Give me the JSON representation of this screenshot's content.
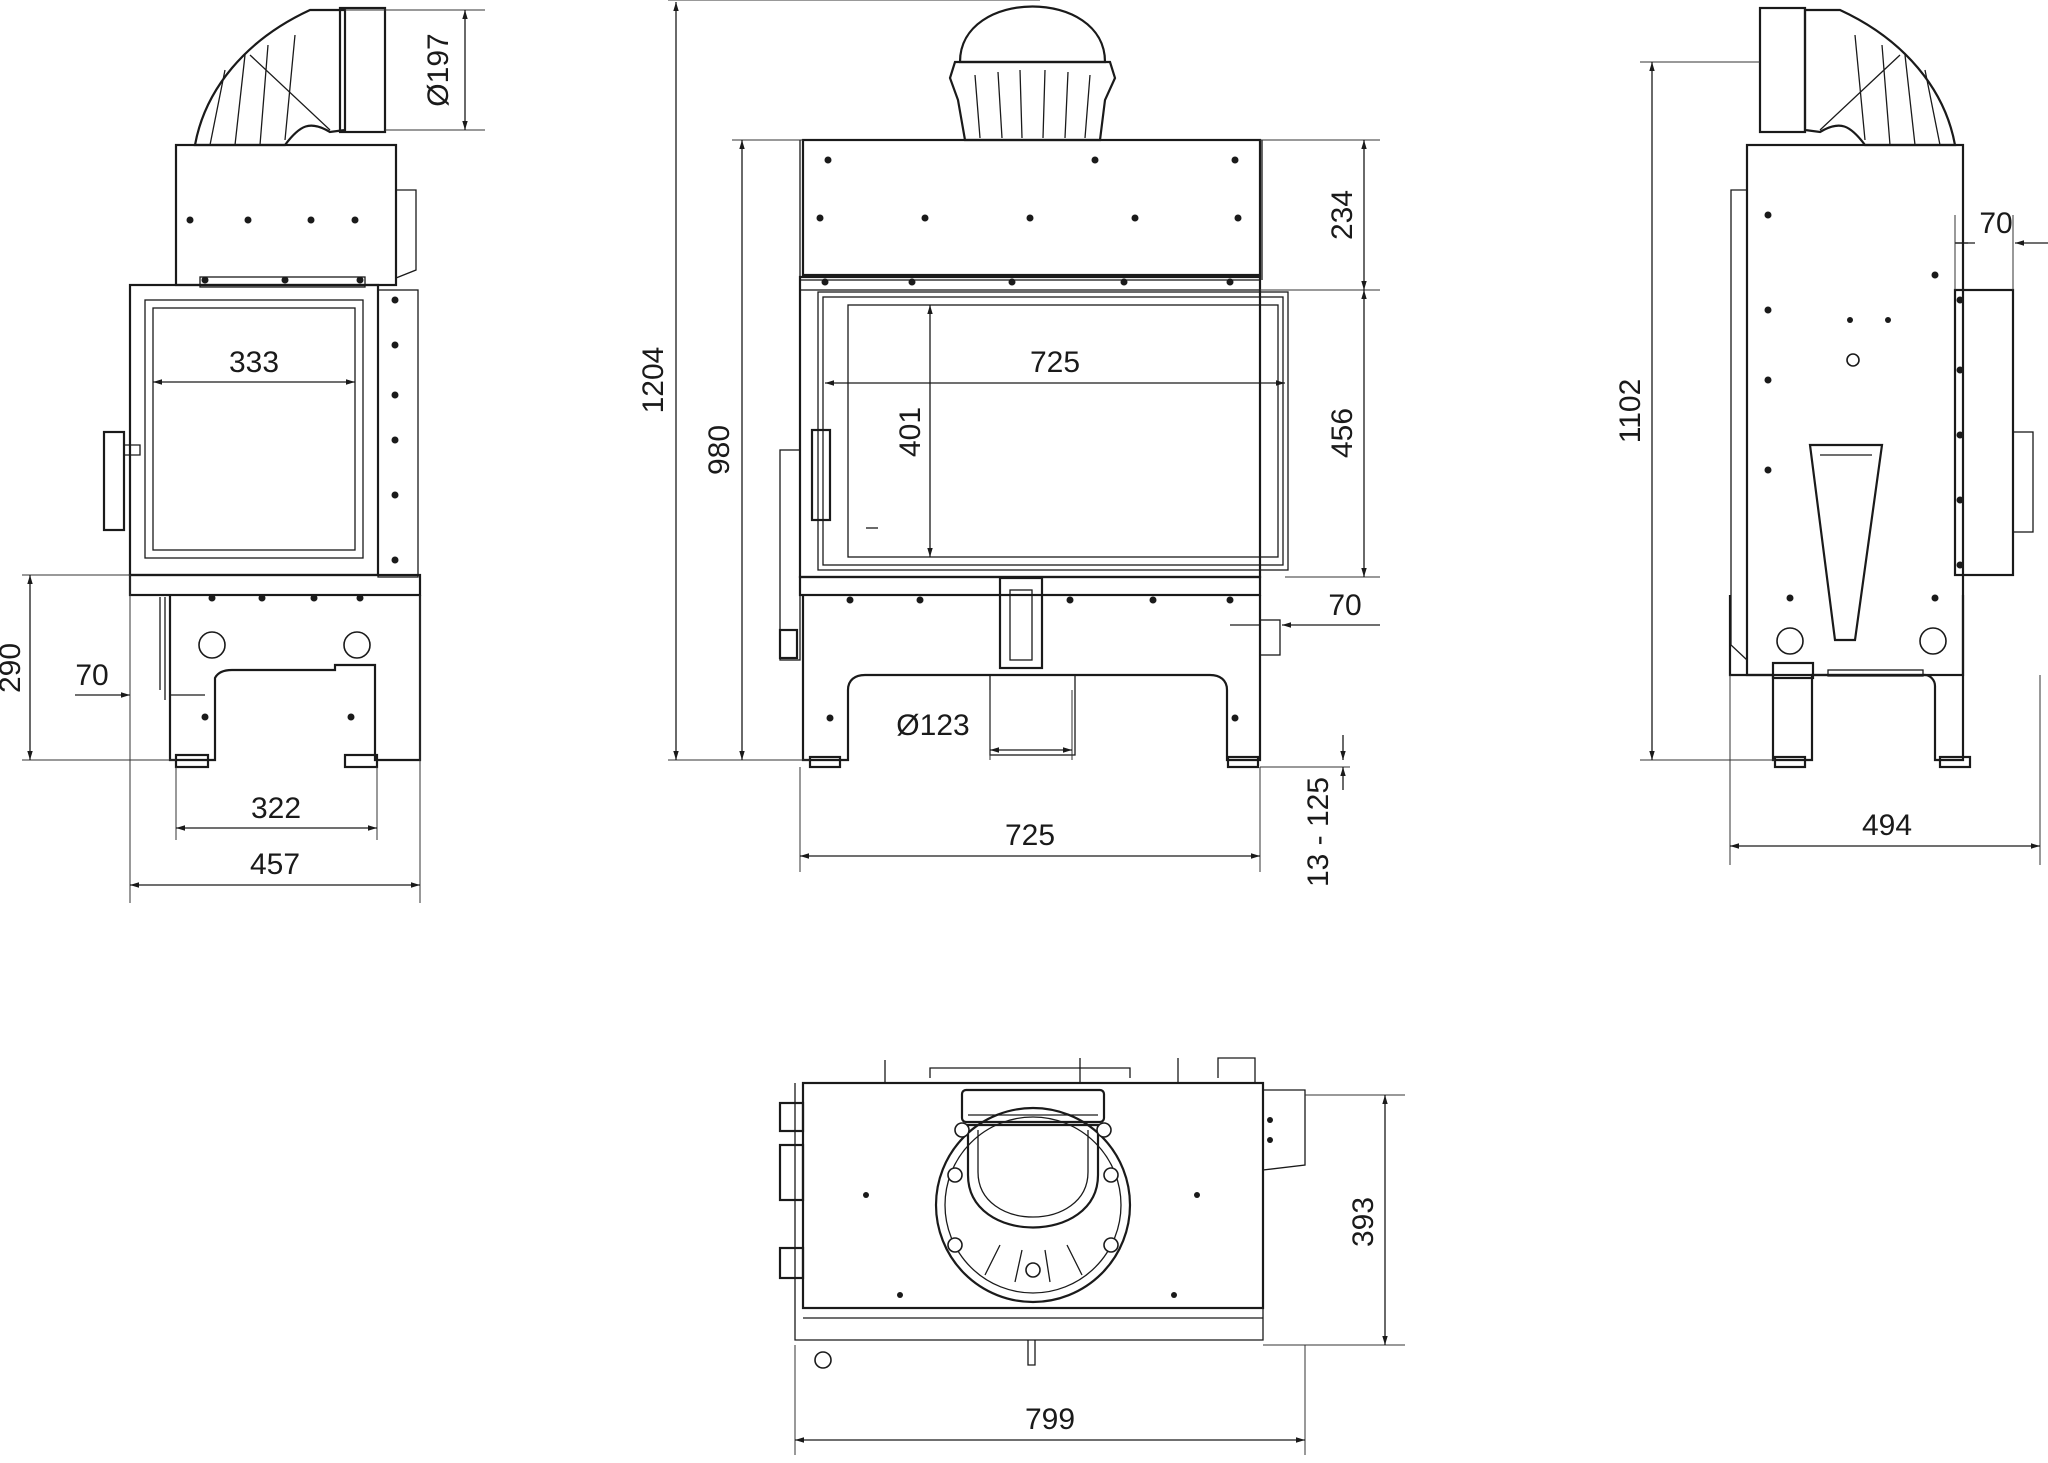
{
  "dimensions": {
    "front": {
      "flue_diameter": "Ø197",
      "glass_width": "333",
      "leg_height": "290",
      "offset": "70",
      "leg_span": "322",
      "overall_width": "457"
    },
    "side": {
      "total_height": "1204",
      "body_height": "980",
      "top_section": "234",
      "glass_width": "725",
      "glass_height": "401",
      "door_height": "456",
      "offset": "70",
      "air_diameter": "Ø123",
      "overall_width": "725",
      "leg_adjust": "13 - 125"
    },
    "back": {
      "height": "1102",
      "offset": "70",
      "overall_width": "494"
    },
    "top": {
      "depth": "393",
      "overall_width": "799"
    }
  }
}
